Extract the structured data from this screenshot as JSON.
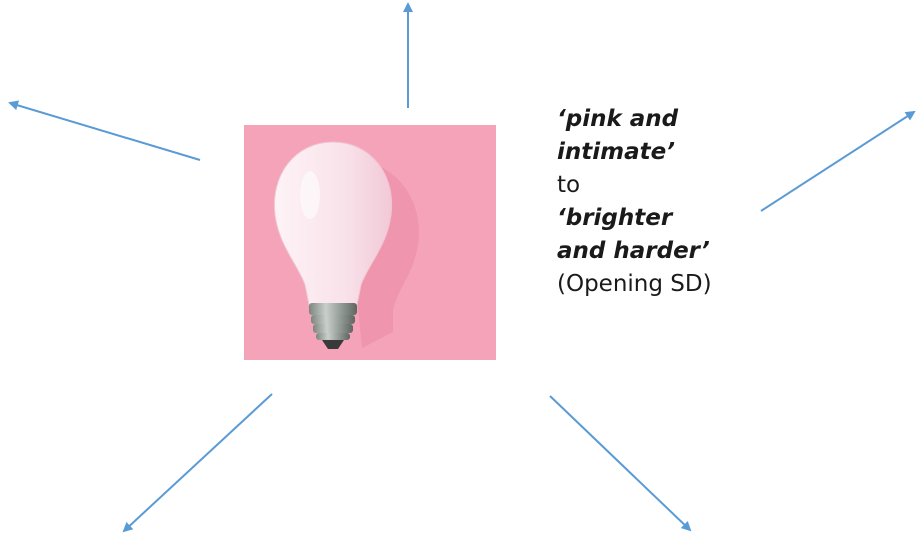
{
  "caption": {
    "line1": "‘pink and",
    "line2": "intimate’",
    "line3": "to",
    "line4": "‘brighter",
    "line5": "and harder’",
    "line6": "(Opening SD)"
  },
  "colors": {
    "arrow": "#5b9bd5",
    "card_bg": "#f5a3b8",
    "bulb_glass": "#fbe9ef",
    "bulb_base": "#8f9892"
  },
  "image": {
    "icon": "light-bulb-icon"
  }
}
